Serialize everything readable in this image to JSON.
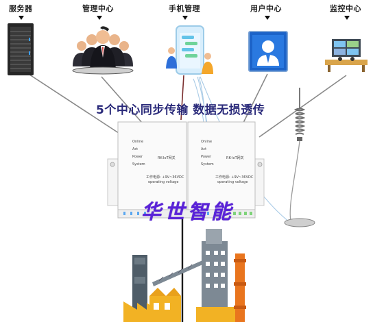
{
  "labels": {
    "server": "服务器",
    "management": "管理中心",
    "mobile": "手机管理",
    "user": "用户中心",
    "monitor": "监控中心"
  },
  "headline": "5个中心同步传输 数据无损透传",
  "brand": "华世智能",
  "device": {
    "units": [
      {
        "indicators": [
          "Online",
          "Act",
          "Power",
          "System"
        ],
        "model": "RK-IoT网关",
        "power_note_1": "工作电源: +9V~36VDC",
        "power_note_2": "operating voltage"
      },
      {
        "indicators": [
          "Online",
          "Act",
          "Power",
          "System"
        ],
        "model": "RK-IoT网关",
        "power_note_1": "工作电源: +9V~36VDC",
        "power_note_2": "operating voltage"
      }
    ]
  },
  "colors": {
    "headline": "#2a2a7a",
    "brand": "#5a22d8",
    "building_yellow": "#f2b224",
    "building_orange": "#e9751e",
    "tower_gray": "#7d8994"
  }
}
